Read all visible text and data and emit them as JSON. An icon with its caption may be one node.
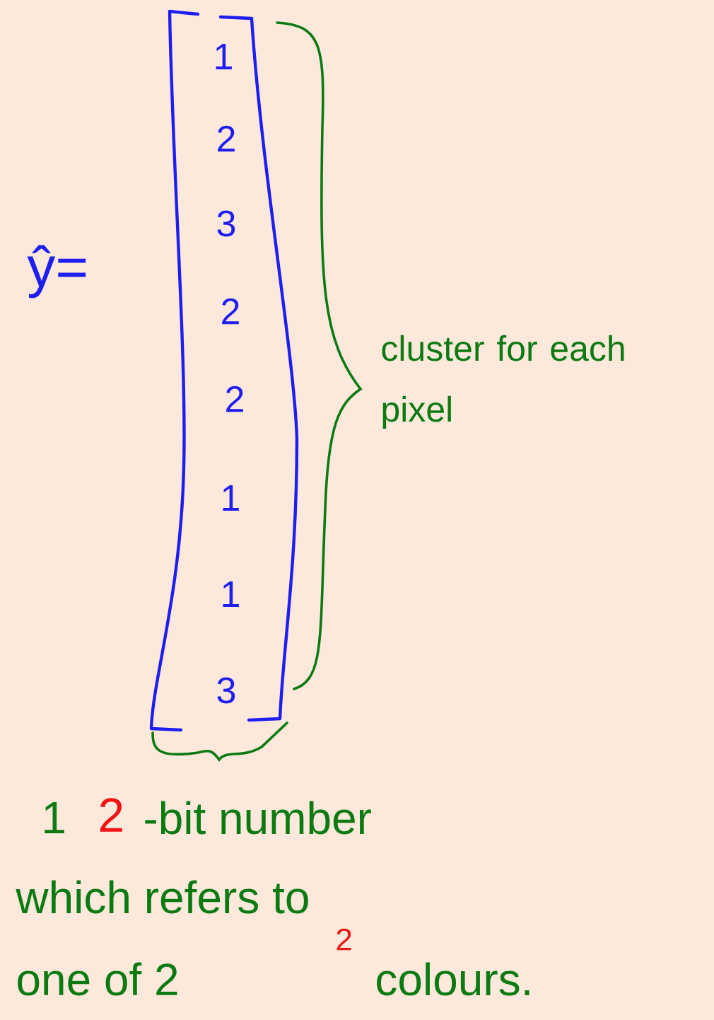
{
  "diagram": {
    "labels": [
      "ŷ=",
      "1",
      "2",
      "3",
      "2",
      "2",
      "1",
      "1",
      "3",
      "cluster for each pixel",
      "1",
      "2",
      "-bit number",
      "which refers to",
      "one of 2",
      "2",
      "colours."
    ]
  }
}
